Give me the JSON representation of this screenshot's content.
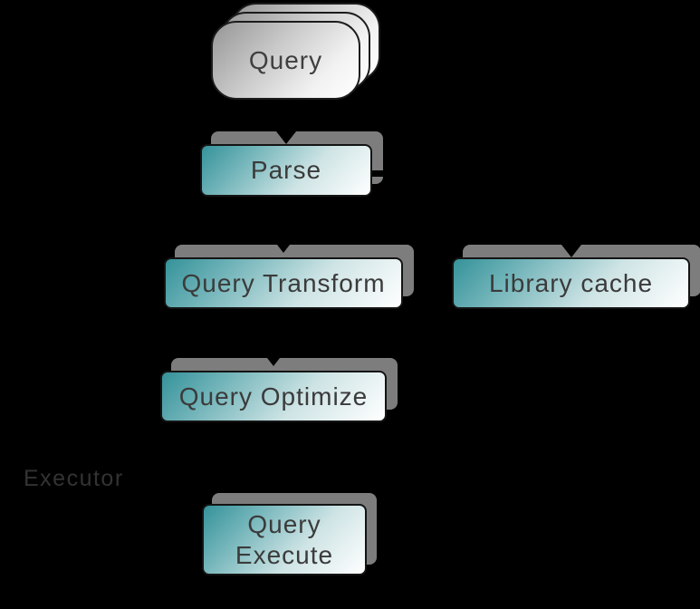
{
  "background": "#000000",
  "palette": {
    "teal_gradient_start": "#35929a",
    "teal_gradient_end": "#ffffff",
    "card_gradient_start": "#969696",
    "card_gradient_end": "#ffffff",
    "shadow_gray": "#7d7d7d",
    "box_border": "#141414",
    "box_text": "#3b3b3b",
    "side_label_text": "#333333"
  },
  "nodes": {
    "query": {
      "label": "Query"
    },
    "parse": {
      "label": "Parse"
    },
    "transform": {
      "label": "Query Transform"
    },
    "library": {
      "label": "Library cache"
    },
    "optimize": {
      "label": "Query Optimize"
    },
    "execute": {
      "line1": "Query",
      "line2": "Execute"
    }
  },
  "side_label": "Executor"
}
